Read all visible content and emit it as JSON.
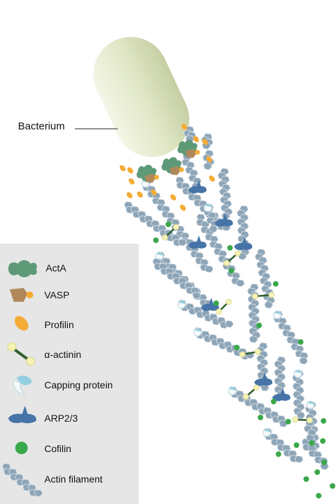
{
  "bacterium_label": "Bacterium",
  "legend": {
    "items": [
      {
        "key": "acta",
        "label": "ActA",
        "icon": "acta-icon"
      },
      {
        "key": "vasp",
        "label": "VASP",
        "icon": "vasp-icon"
      },
      {
        "key": "profilin",
        "label": "Profilin",
        "icon": "profilin-icon"
      },
      {
        "key": "alpha_actinin",
        "label": "α-actinin",
        "icon": "alpha-actinin-icon"
      },
      {
        "key": "capping",
        "label": "Capping protein",
        "icon": "capping-protein-icon"
      },
      {
        "key": "arp",
        "label": "ARP2/3",
        "icon": "arp23-icon"
      },
      {
        "key": "cofilin",
        "label": "Cofilin",
        "icon": "cofilin-icon"
      },
      {
        "key": "actin",
        "label": "Actin filament",
        "icon": "actin-filament-icon"
      }
    ]
  },
  "colors": {
    "acta": "#5e9a78",
    "vasp": "#b0885a",
    "profilin": "#f4ac36",
    "actinin_ball": "#f6f3b5",
    "actinin_bar": "#2f5f2e",
    "capping": "#93cfe0",
    "arp": "#4674a8",
    "cofilin": "#3aa84a",
    "actin": "#8fa6b8",
    "legend_bg": "#e6e6e6",
    "bacterium": "#dfe6c6"
  }
}
